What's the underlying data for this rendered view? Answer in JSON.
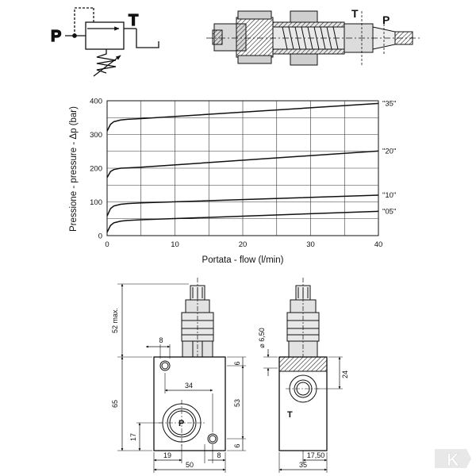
{
  "symbol": {
    "port_p": "P",
    "port_t": "T"
  },
  "section": {
    "port_t": "T",
    "port_p": "P"
  },
  "chart_data": {
    "type": "line",
    "ylabel": "Pressione - pressure - Δp (bar)",
    "xlabel": "Portata - flow (l/min)",
    "xlim": [
      0,
      40
    ],
    "ylim": [
      0,
      400
    ],
    "x_ticks": [
      "0",
      "10",
      "20",
      "30",
      "40"
    ],
    "y_ticks": [
      "0",
      "100",
      "200",
      "300",
      "400"
    ],
    "grid": true,
    "series": [
      {
        "name": "\"35\"",
        "x": [
          0,
          0.5,
          1,
          2,
          3,
          5,
          40
        ],
        "values": [
          310,
          330,
          338,
          343,
          345,
          347,
          392
        ]
      },
      {
        "name": "\"20\"",
        "x": [
          0,
          0.5,
          1,
          2,
          3,
          5,
          40
        ],
        "values": [
          172,
          190,
          196,
          200,
          201,
          203,
          251
        ]
      },
      {
        "name": "\"10\"",
        "x": [
          0,
          0.5,
          1,
          2,
          3,
          5,
          40
        ],
        "values": [
          58,
          80,
          88,
          93,
          95,
          97,
          120
        ]
      },
      {
        "name": "\"05\"",
        "x": [
          0,
          0.5,
          1,
          2,
          3,
          5,
          40
        ],
        "values": [
          10,
          30,
          38,
          43,
          45,
          47,
          72
        ]
      }
    ]
  },
  "drawing": {
    "port_p": "P",
    "port_t": "T",
    "dims": {
      "max52": "52 max.",
      "d8_top": "8",
      "d6_top": "6",
      "d34": "34",
      "d65": "65",
      "d53": "53",
      "d17": "17",
      "d6_bot": "6",
      "d19": "19",
      "d8_bot": "8",
      "d50": "50",
      "d650": "⌀ 6,50",
      "d24": "24",
      "d1750": "17,50",
      "d35": "35"
    }
  },
  "logo": {
    "letter": "K"
  }
}
